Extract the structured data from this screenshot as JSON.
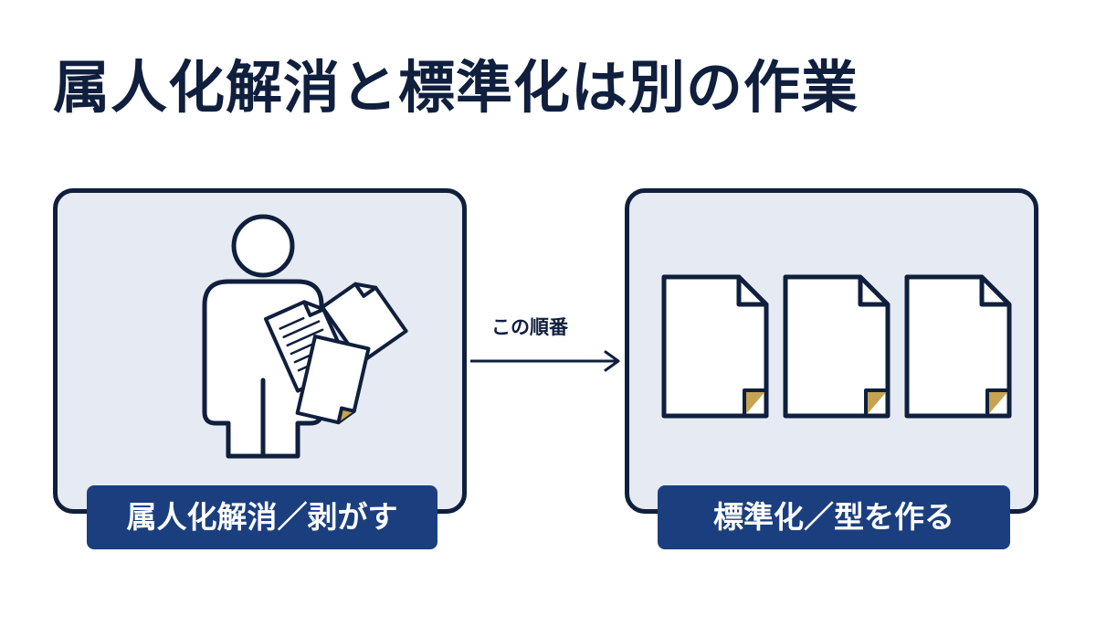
{
  "title": "属人化解消と標準化は別の作業",
  "left_panel": {
    "label": "属人化解消／剥がす",
    "icons": [
      "person-icon",
      "document-stack-icon"
    ]
  },
  "right_panel": {
    "label": "標準化／型を作る",
    "icons": [
      "document-icon",
      "document-icon",
      "document-icon"
    ]
  },
  "connector": {
    "label": "この順番"
  },
  "colors": {
    "navy": "#0f1f3d",
    "panel_fill": "#e6eaf3",
    "label_fill": "#1b3f7e",
    "accent_gold": "#c5a351"
  }
}
